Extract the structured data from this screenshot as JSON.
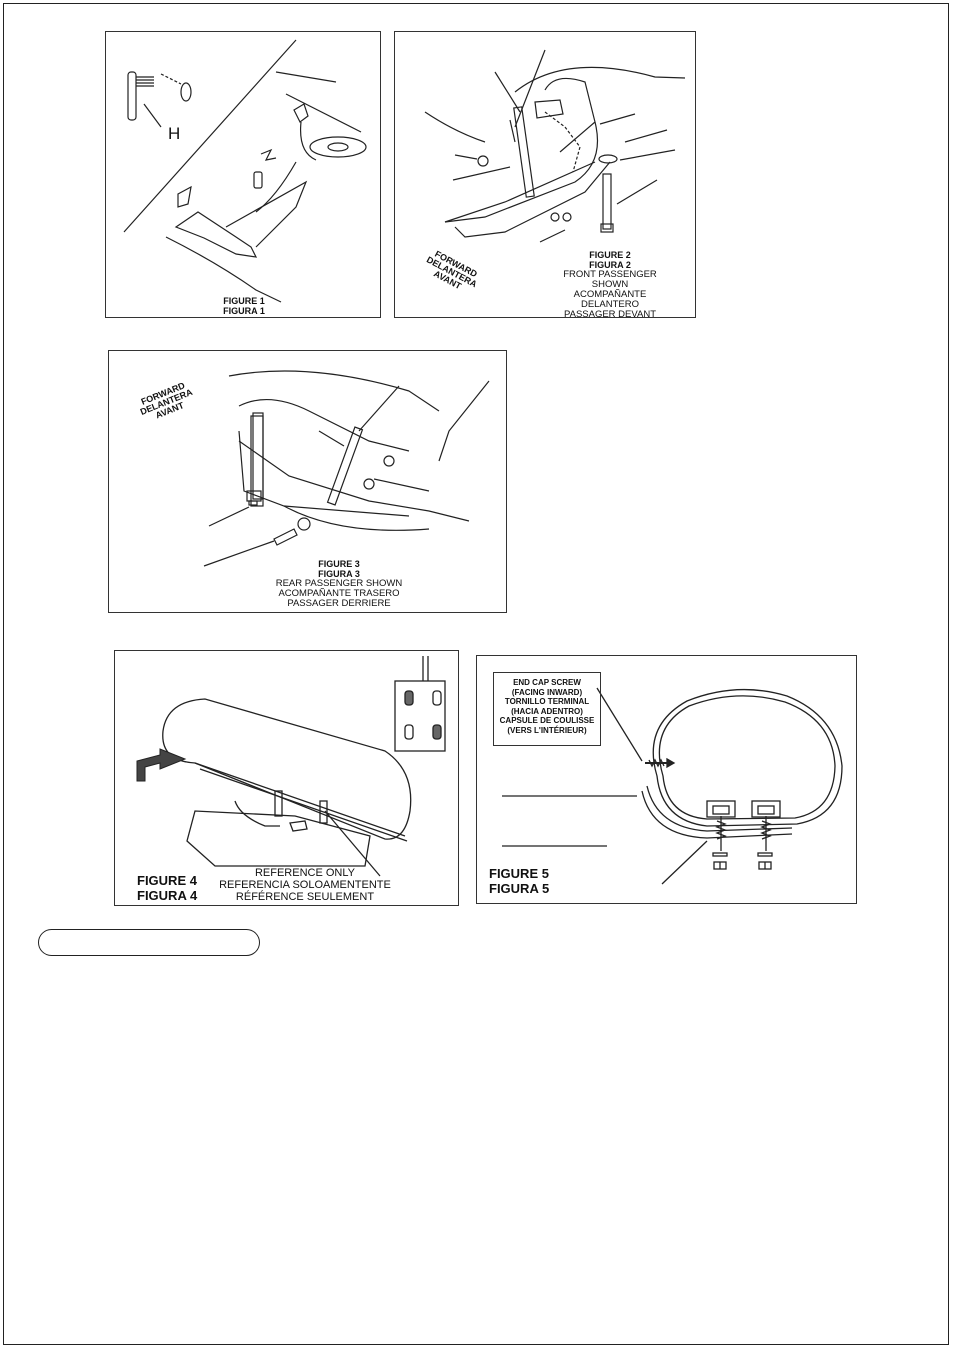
{
  "figure1": {
    "letter": "H",
    "caption": [
      "FIGURE 1",
      "FIGURA 1"
    ]
  },
  "figure2": {
    "caption": [
      "FIGURE 2",
      "FIGURA 2"
    ],
    "note": [
      "FRONT PASSENGER SHOWN",
      "ACOMPAÑANTE DELANTERO",
      "PASSAGER DEVANT"
    ],
    "direction": [
      "FORWARD",
      "DELANTERA",
      "AVANT"
    ]
  },
  "figure3": {
    "caption": [
      "FIGURE 3",
      "FIGURA 3"
    ],
    "note": [
      "REAR PASSENGER SHOWN",
      "ACOMPAÑANTE TRASERO",
      "PASSAGER DERRIERE"
    ],
    "direction": [
      "FORWARD",
      "DELANTERA",
      "AVANT"
    ]
  },
  "figure4": {
    "caption": [
      "FIGURE 4",
      "FIGURA 4"
    ],
    "reference": [
      "REFERENCE ONLY",
      "REFERENCIA SOLOAMENTENTE",
      "RÉFÉRENCE SEULEMENT"
    ]
  },
  "figure5": {
    "caption": [
      "FIGURE 5",
      "FIGURA 5"
    ],
    "callout": [
      "END CAP SCREW",
      "(FACING INWARD)",
      "TORNILLO TERMINAL",
      "(HACIA ADENTRO)",
      "CAPSULE DE COULISSE",
      "(VERS L'INTÉRIEUR)"
    ]
  }
}
